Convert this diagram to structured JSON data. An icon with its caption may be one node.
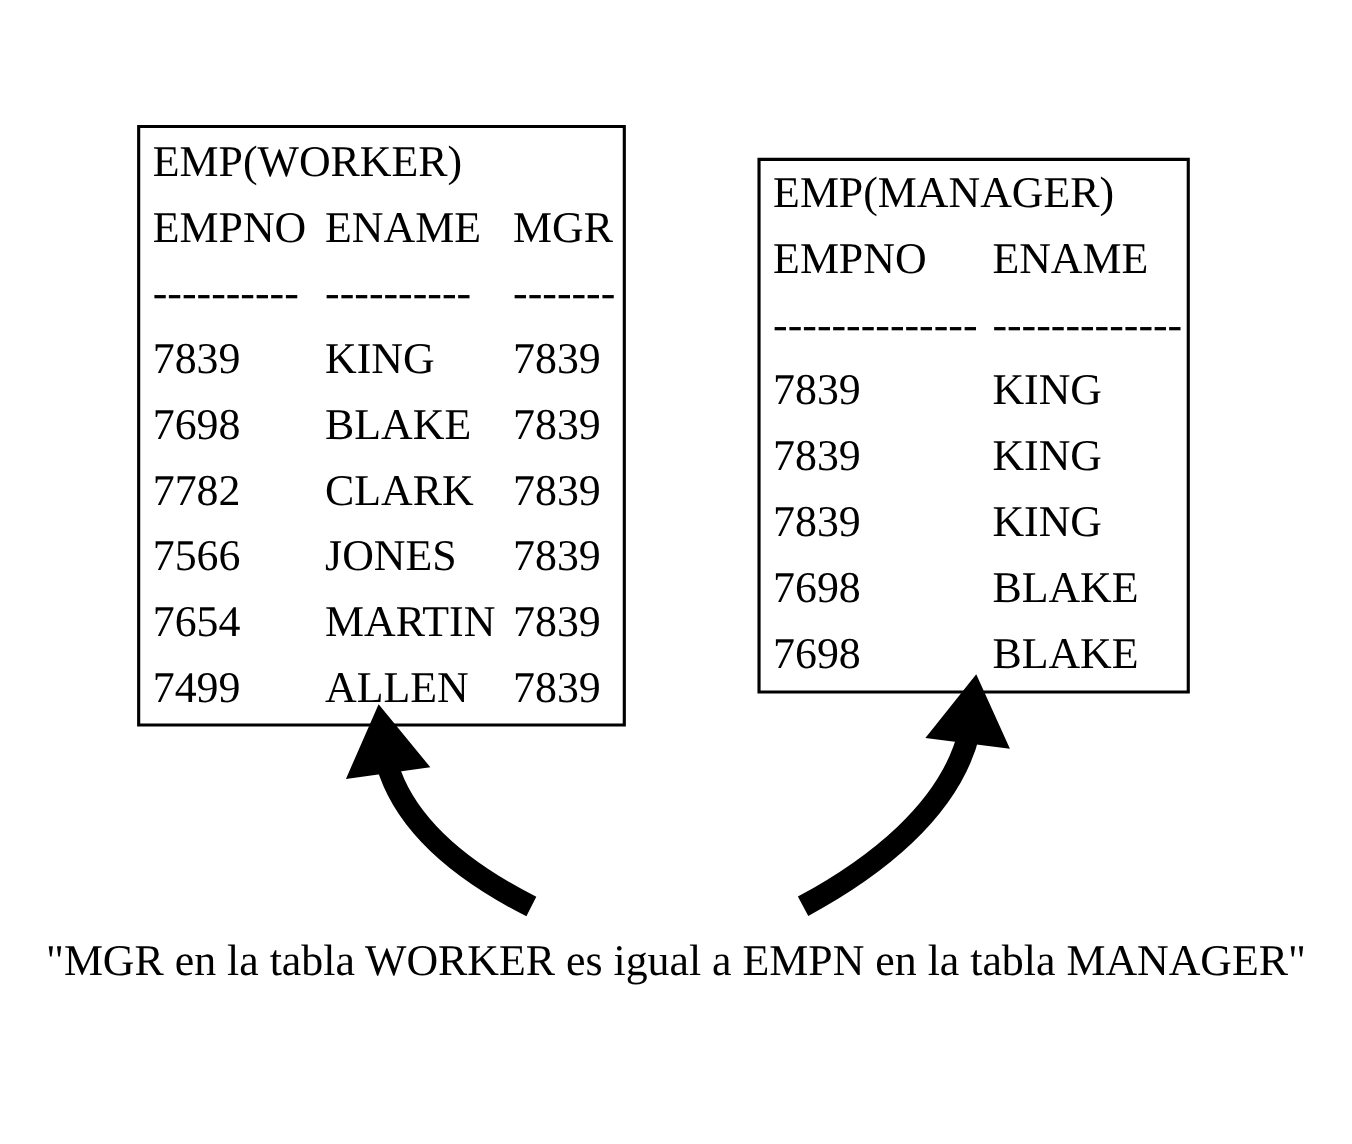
{
  "diagram": {
    "nodes": [
      {
        "text": [
          "EMP(WORKER)",
          "EMPNO ENAME MGR",
          "---------- ---------- -------",
          "7839 KING 7839",
          "7698 BLAKE 7839",
          "7782 CLARK 7839",
          "7566 JONES 7839",
          "7654 MARTIN 7839",
          "7499 ALLEN 7839"
        ]
      },
      {
        "text": [
          "EMP(MANAGER)",
          "EMPNO ENAME",
          "-------------- -------------",
          "7839 KING",
          "7839 KING",
          "7839 KING",
          "7698 BLAKE",
          "7698 BLAKE"
        ]
      },
      {
        "text": [
          "\"MGR en la tabla WORKER es igual a EMPN en la tabla MANAGER\""
        ]
      }
    ],
    "edges": [
      {
        "from": 2,
        "to": 0,
        "arrow": "to"
      },
      {
        "from": 2,
        "to": 1,
        "arrow": "to"
      }
    ]
  }
}
